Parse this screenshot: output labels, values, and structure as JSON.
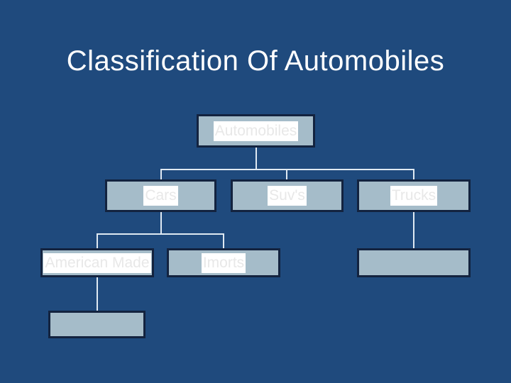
{
  "slide": {
    "title": "Classification Of Automobiles",
    "background_color": "#1f4a7d",
    "title_color": "#ffffff"
  },
  "theme": {
    "node_fill": "#a5bcc9",
    "node_border": "#13233f",
    "label_highlight": "#ffffff",
    "label_text": "#e8e8e8",
    "connector_color": "#dfe9f2"
  },
  "chart_data": {
    "type": "diagram",
    "diagram_kind": "organization-chart",
    "title": "Classification Of Automobiles",
    "nodes": [
      {
        "id": "automobiles",
        "label": "Automobiles",
        "level": 0,
        "parent": null
      },
      {
        "id": "cars",
        "label": "Cars",
        "level": 1,
        "parent": "automobiles"
      },
      {
        "id": "suvs",
        "label": "Suv's",
        "level": 1,
        "parent": "automobiles"
      },
      {
        "id": "trucks",
        "label": "Trucks",
        "level": 1,
        "parent": "automobiles"
      },
      {
        "id": "american-made",
        "label": "American Made",
        "level": 2,
        "parent": "cars"
      },
      {
        "id": "imorts",
        "label": "Imorts",
        "level": 2,
        "parent": "cars"
      },
      {
        "id": "trucks-child",
        "label": "",
        "level": 2,
        "parent": "trucks"
      },
      {
        "id": "american-child",
        "label": "",
        "level": 3,
        "parent": "american-made"
      }
    ],
    "edges": [
      {
        "from": "automobiles",
        "to": "cars"
      },
      {
        "from": "automobiles",
        "to": "suvs"
      },
      {
        "from": "automobiles",
        "to": "trucks"
      },
      {
        "from": "cars",
        "to": "american-made"
      },
      {
        "from": "cars",
        "to": "imorts"
      },
      {
        "from": "trucks",
        "to": "trucks-child"
      },
      {
        "from": "american-made",
        "to": "american-child"
      }
    ]
  },
  "nodes": {
    "automobiles": {
      "label": "Automobiles"
    },
    "cars": {
      "label": "Cars"
    },
    "suvs": {
      "label": "Suv's"
    },
    "trucks": {
      "label": "Trucks"
    },
    "american_made": {
      "label": "American Made"
    },
    "imorts": {
      "label": "Imorts"
    },
    "trucks_child": {
      "label": ""
    },
    "american_child": {
      "label": ""
    }
  }
}
